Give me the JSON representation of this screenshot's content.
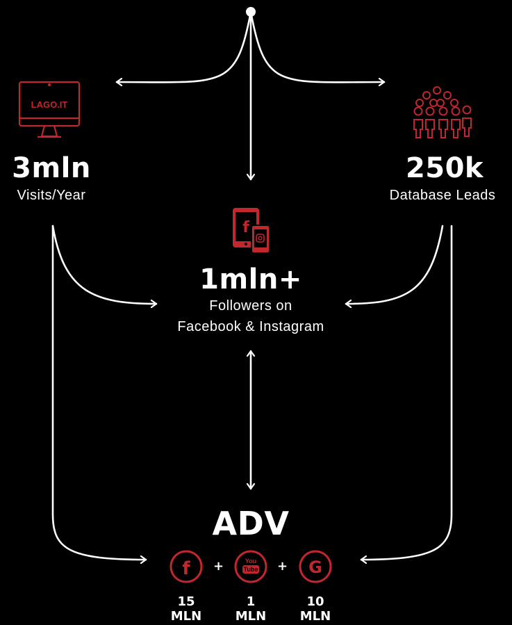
{
  "colors": {
    "accent": "#c1272d",
    "line": "#ffffff",
    "background": "#000000"
  },
  "website": {
    "screen_label": "LAGO.IT",
    "value": "3mln",
    "caption": "Visits/Year",
    "icon": "monitor-icon"
  },
  "database": {
    "value": "250k",
    "caption": "Database Leads",
    "icon": "people-group-icon"
  },
  "social": {
    "value": "1mln+",
    "caption_line1": "Followers on",
    "caption_line2": "Facebook & Instagram",
    "icon": "mobile-devices-icon"
  },
  "adv": {
    "title": "ADV",
    "plus_sign": "+",
    "channels": [
      {
        "icon": "facebook-icon",
        "value": "15",
        "unit": "MLN"
      },
      {
        "icon": "youtube-icon",
        "value": "1",
        "unit": "MLN"
      },
      {
        "icon": "google-icon",
        "value": "10",
        "unit": "MLN"
      }
    ]
  }
}
